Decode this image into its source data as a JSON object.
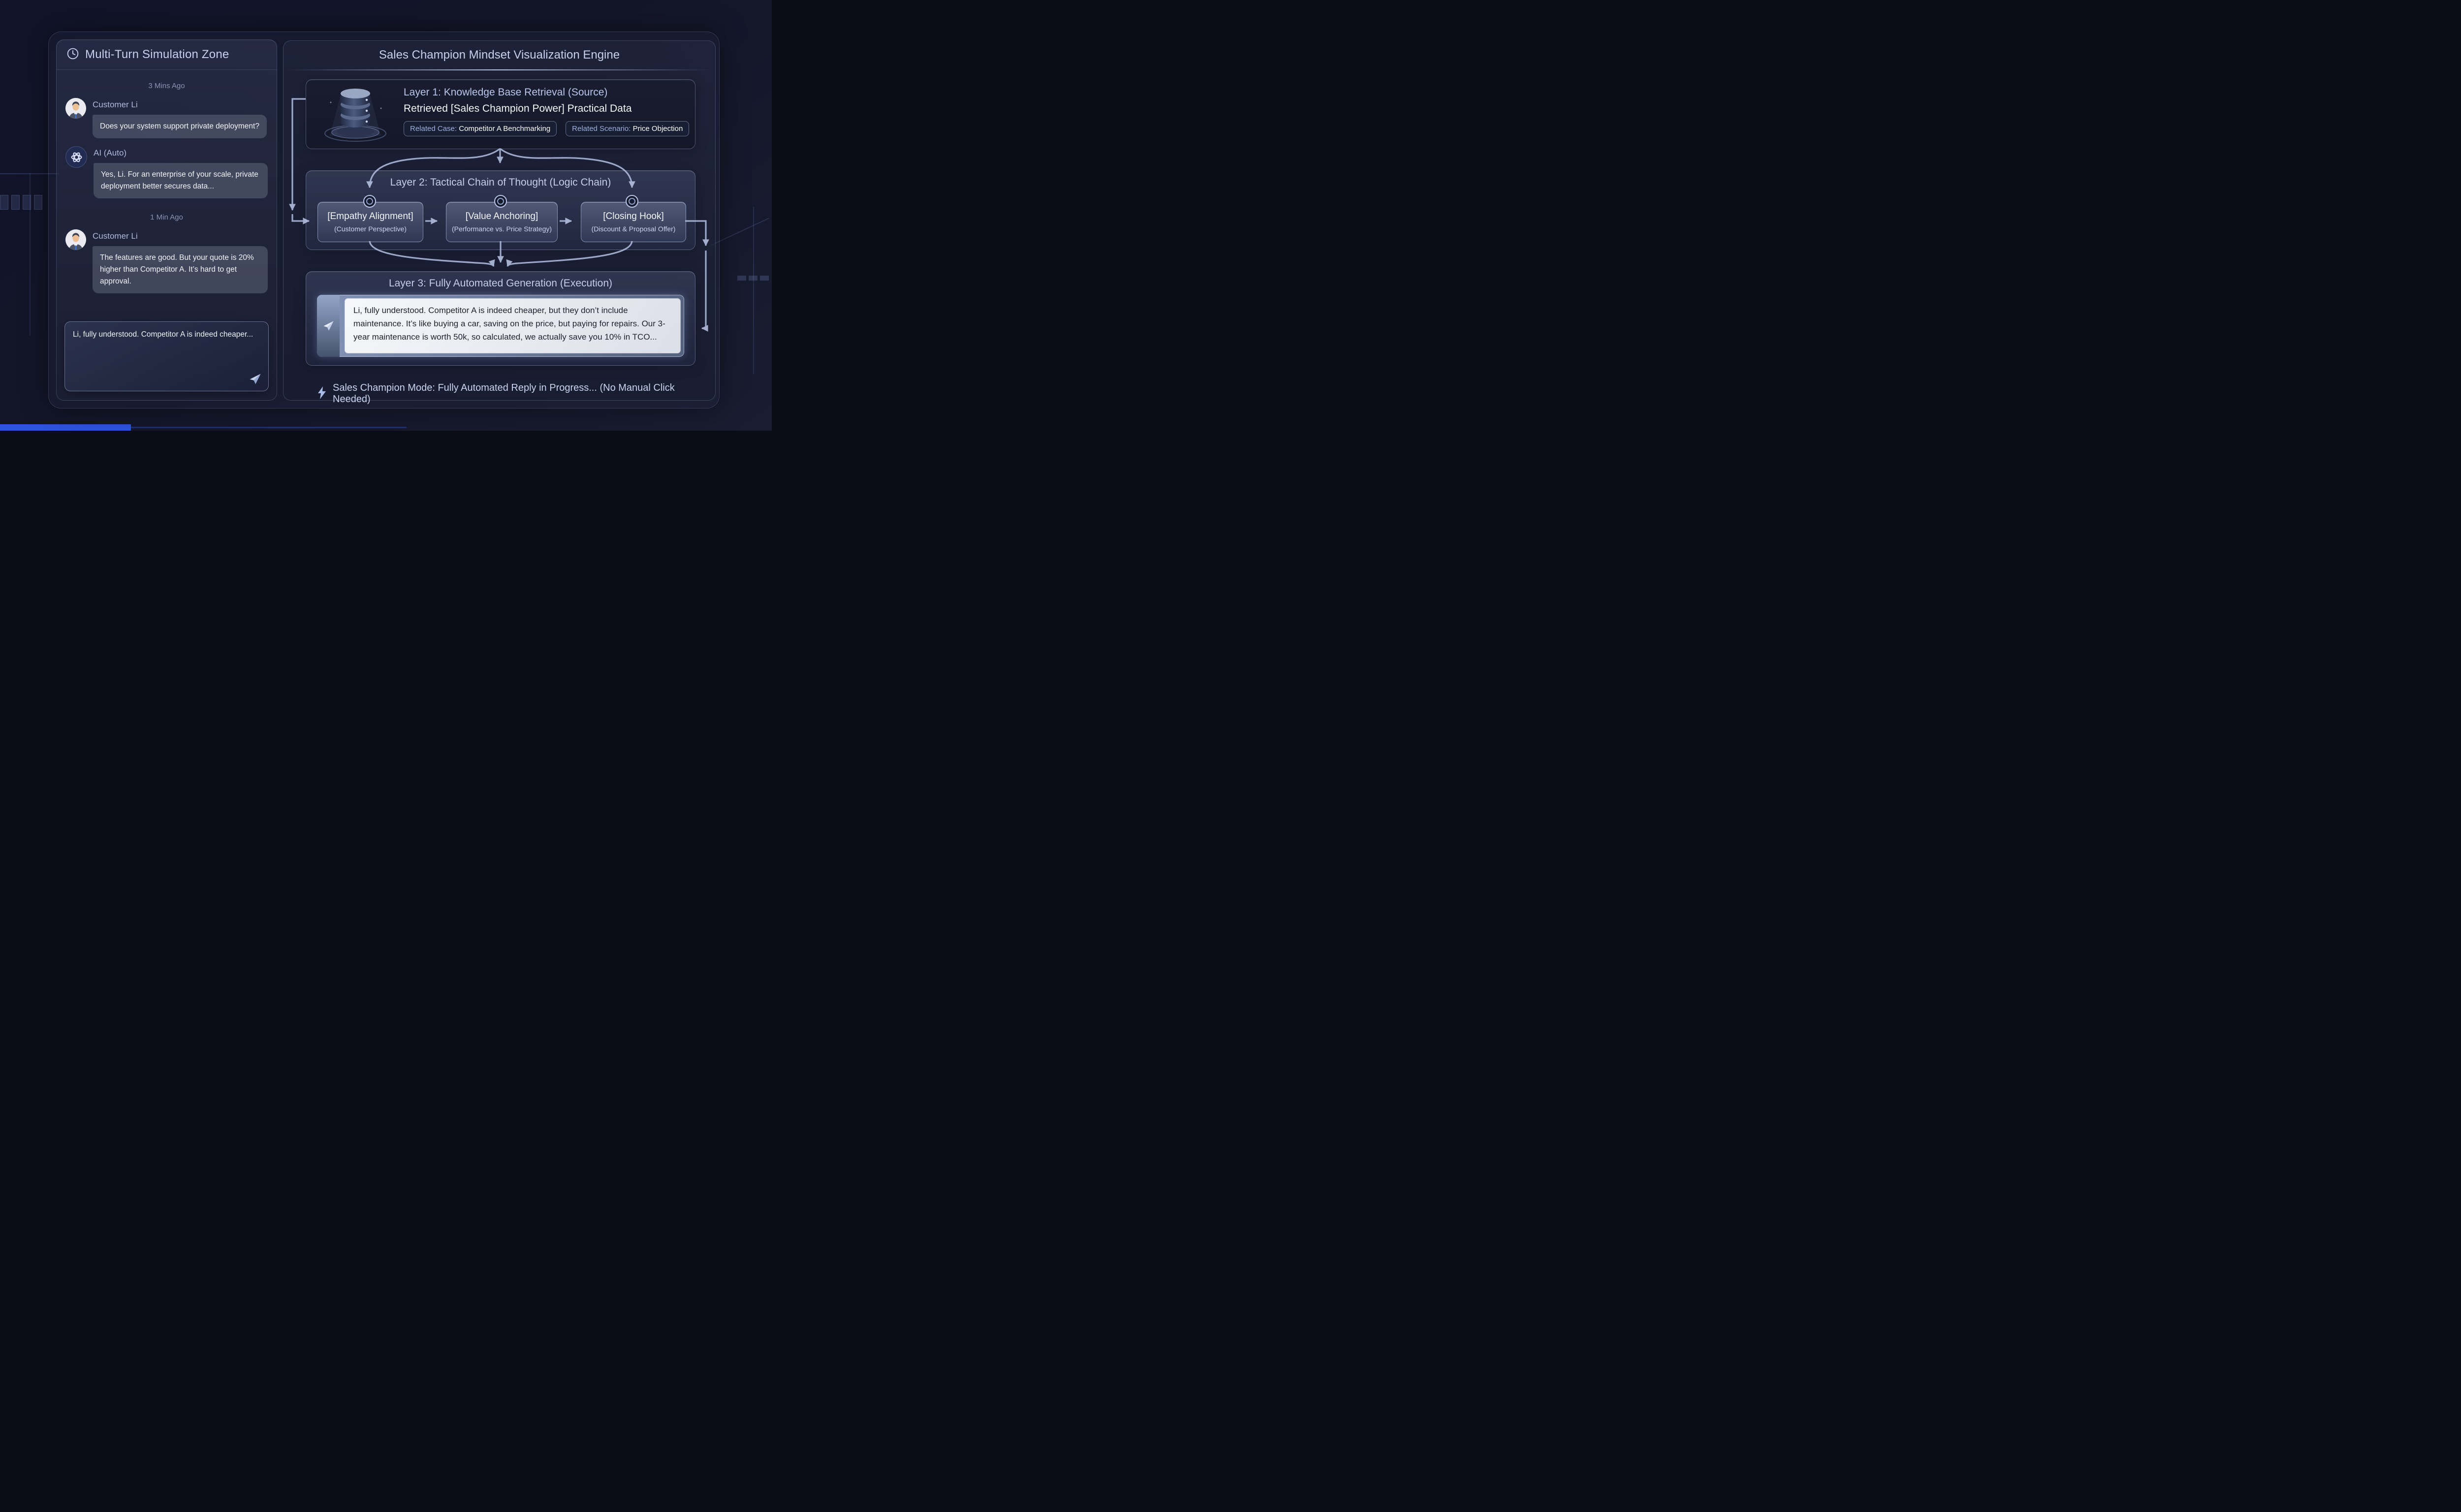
{
  "left_panel": {
    "title": "Multi-Turn Simulation Zone",
    "timestamps": {
      "first": "3 Mins Ago",
      "second": "1 Min Ago"
    },
    "messages": [
      {
        "sender": "Customer Li",
        "text": "Does your system support private deployment?"
      },
      {
        "sender": "AI (Auto)",
        "text": "Yes, Li. For an enterprise of your scale, private deployment better secures data..."
      },
      {
        "sender": "Customer Li",
        "text": "The features are good. But your quote is 20% higher than Competitor A. It’s hard to get approval."
      }
    ],
    "composer": {
      "value": "Li, fully understood. Competitor A is indeed cheaper..."
    }
  },
  "right_panel": {
    "title": "Sales Champion Mindset Visualization Engine",
    "layer1": {
      "title": "Layer 1: Knowledge Base Retrieval (Source)",
      "subtitle": "Retrieved [Sales Champion Power] Practical Data",
      "tags": [
        {
          "label": "Related Case:",
          "value": "Competitor A Benchmarking"
        },
        {
          "label": "Related Scenario:",
          "value": "Price Objection"
        }
      ]
    },
    "layer2": {
      "title": "Layer 2: Tactical Chain of Thought (Logic Chain)",
      "nodes": [
        {
          "title": "[Empathy Alignment]",
          "subtitle": "(Customer Perspective)"
        },
        {
          "title": "[Value Anchoring]",
          "subtitle": "(Performance vs. Price Strategy)"
        },
        {
          "title": "[Closing Hook]",
          "subtitle": "(Discount & Proposal Offer)"
        }
      ]
    },
    "layer3": {
      "title": "Layer 3: Fully Automated Generation (Execution)",
      "output": "Li, fully understood. Competitor A is indeed cheaper, but they don’t include maintenance. It’s like buying a car, saving on the price, but paying for repairs. Our 3-year maintenance is worth 50k, so calculated, we actually save you 10% in TCO..."
    },
    "status": "Sales Champion Mode: Fully Automated Reply in Progress... (No Manual Click Needed)"
  },
  "icons": {
    "clock": "clock-icon",
    "openai_logo": "openai-logo-icon",
    "paper_plane": "paper-plane-icon",
    "database": "database-icon",
    "lightning": "lightning-icon"
  },
  "colors": {
    "background": "#131629",
    "panel_border": "#96a5d2",
    "heading_text": "#c6d0ec",
    "body_text": "#f2f3f8",
    "muted_text": "#8a92b2",
    "arrow": "#b3c0e2",
    "output_card": "#f6f7fa",
    "bottom_accent_bar": "#2d54df"
  }
}
